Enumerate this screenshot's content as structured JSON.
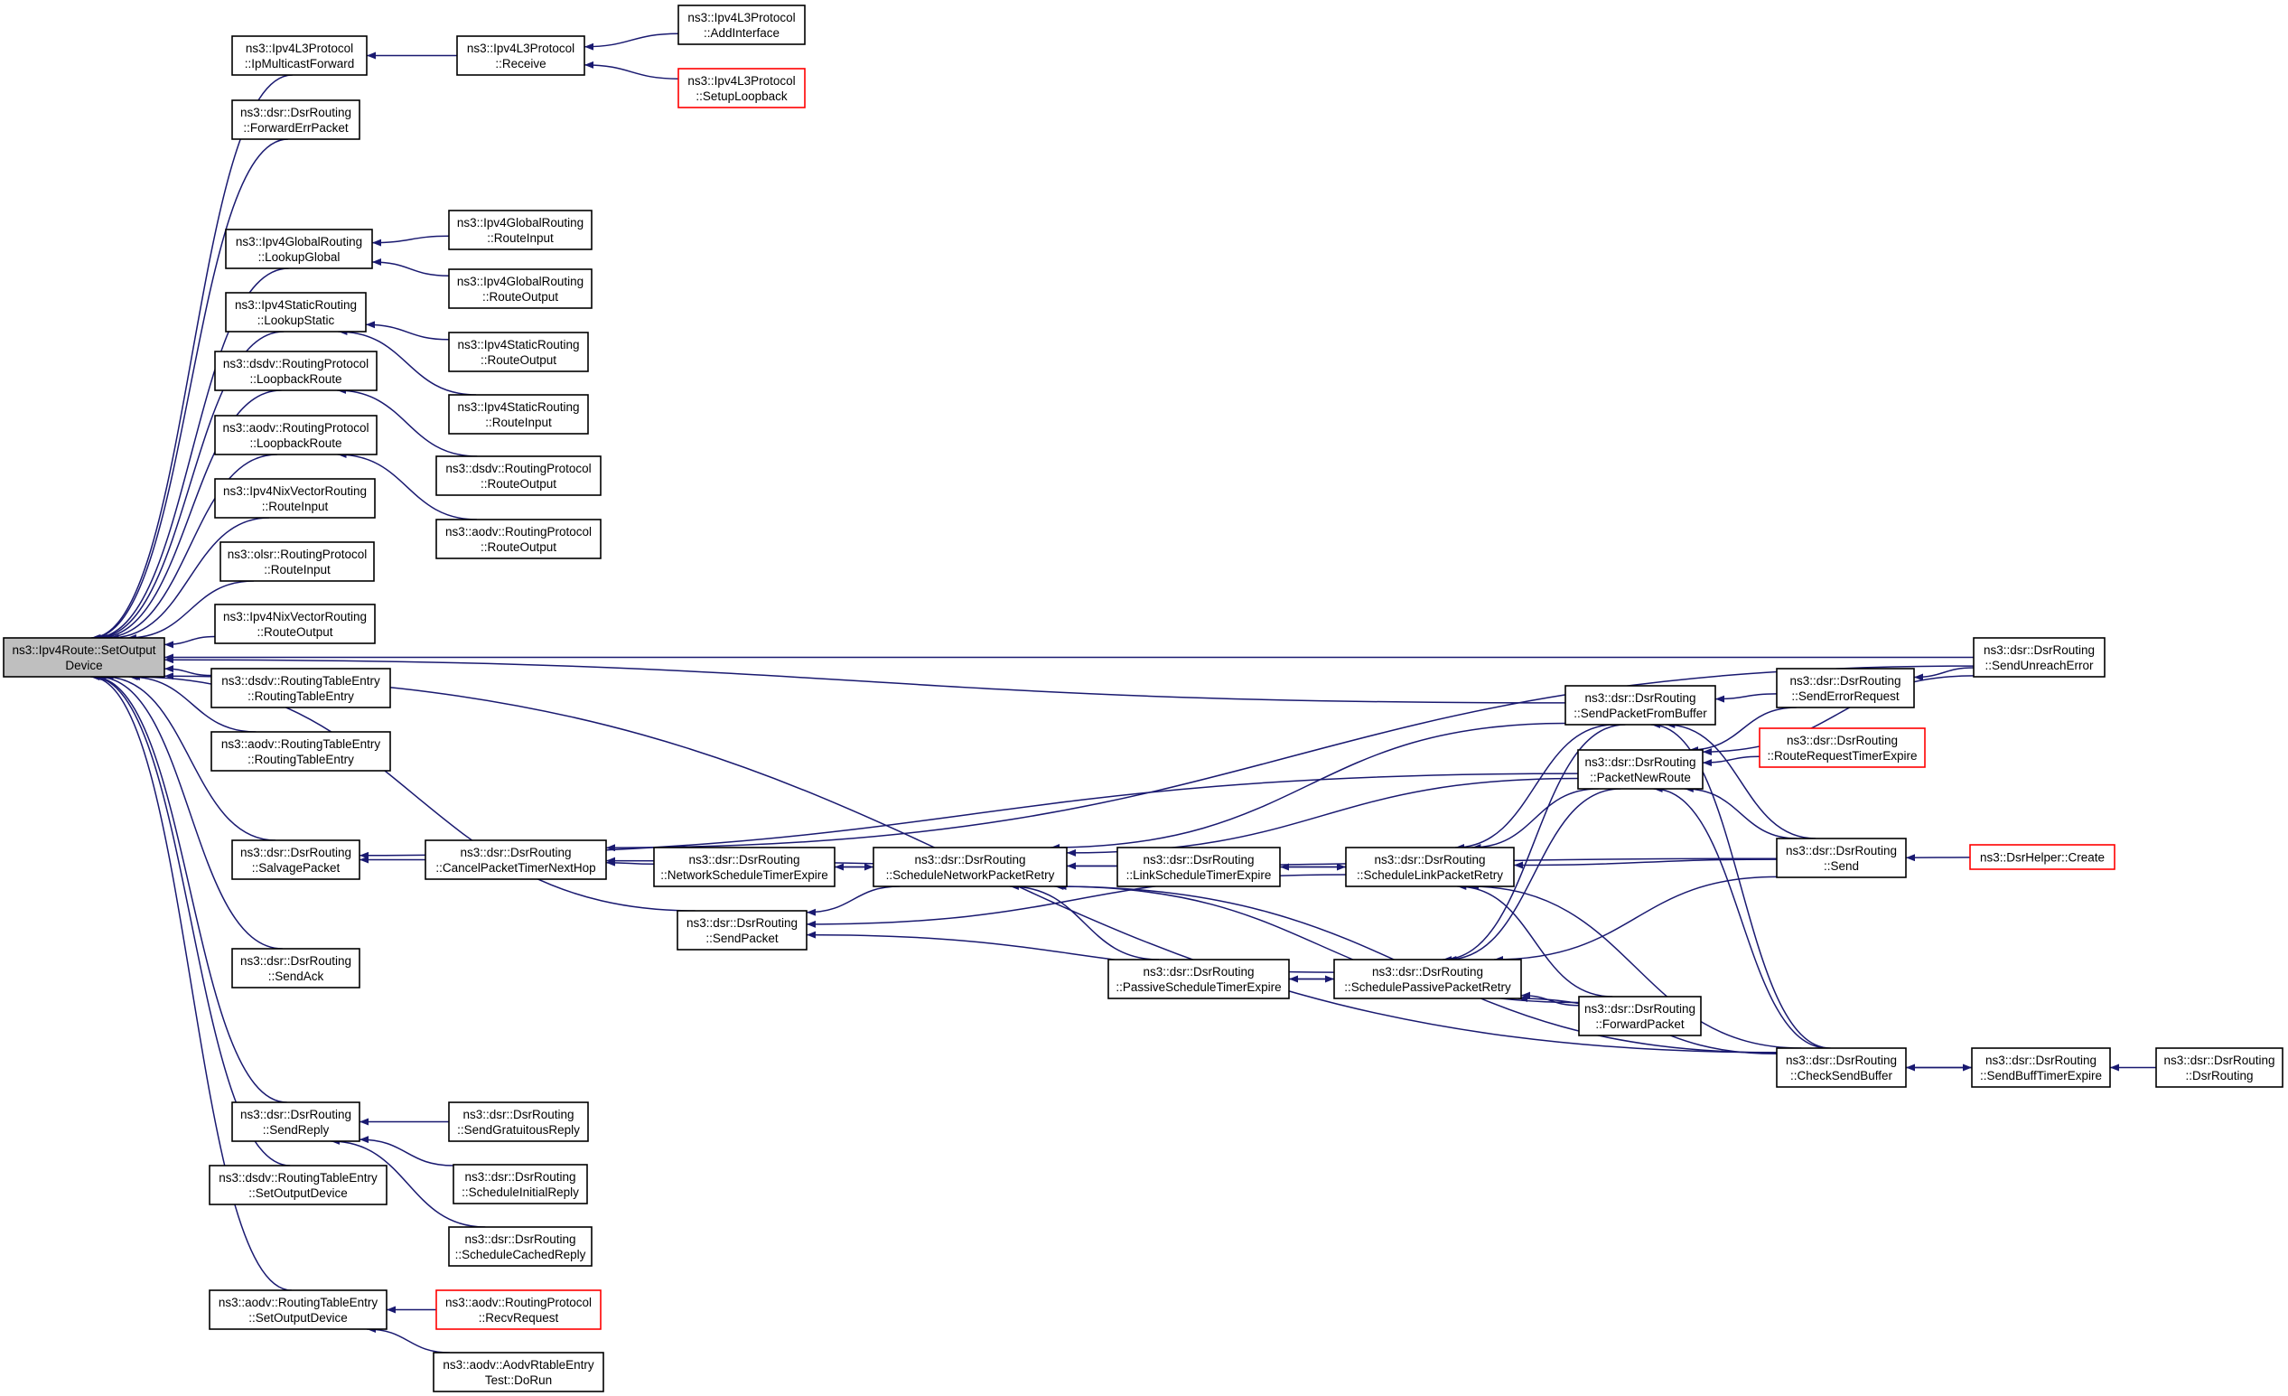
{
  "nodes": [
    {
      "id": "root",
      "lines": [
        "ns3::Ipv4Route::SetOutput",
        "Device"
      ],
      "root": true
    },
    {
      "id": "ipMulticastForward",
      "lines": [
        "ns3::Ipv4L3Protocol",
        "::IpMulticastForward"
      ]
    },
    {
      "id": "receive",
      "lines": [
        "ns3::Ipv4L3Protocol",
        "::Receive"
      ]
    },
    {
      "id": "addInterface",
      "lines": [
        "ns3::Ipv4L3Protocol",
        "::AddInterface"
      ]
    },
    {
      "id": "setupLoopback",
      "lines": [
        "ns3::Ipv4L3Protocol",
        "::SetupLoopback"
      ],
      "red": true
    },
    {
      "id": "forwardErrPacket",
      "lines": [
        "ns3::dsr::DsrRouting",
        "::ForwardErrPacket"
      ]
    },
    {
      "id": "lookupGlobal",
      "lines": [
        "ns3::Ipv4GlobalRouting",
        "::LookupGlobal"
      ]
    },
    {
      "id": "globalRouteInput",
      "lines": [
        "ns3::Ipv4GlobalRouting",
        "::RouteInput"
      ]
    },
    {
      "id": "globalRouteOutput",
      "lines": [
        "ns3::Ipv4GlobalRouting",
        "::RouteOutput"
      ]
    },
    {
      "id": "lookupStatic",
      "lines": [
        "ns3::Ipv4StaticRouting",
        "::LookupStatic"
      ]
    },
    {
      "id": "staticRouteOutput",
      "lines": [
        "ns3::Ipv4StaticRouting",
        "::RouteOutput"
      ]
    },
    {
      "id": "staticRouteInput",
      "lines": [
        "ns3::Ipv4StaticRouting",
        "::RouteInput"
      ]
    },
    {
      "id": "dsdvLoopbackRoute",
      "lines": [
        "ns3::dsdv::RoutingProtocol",
        "::LoopbackRoute"
      ]
    },
    {
      "id": "dsdvRouteOutput",
      "lines": [
        "ns3::dsdv::RoutingProtocol",
        "::RouteOutput"
      ]
    },
    {
      "id": "aodvLoopbackRoute",
      "lines": [
        "ns3::aodv::RoutingProtocol",
        "::LoopbackRoute"
      ]
    },
    {
      "id": "aodvRouteOutput",
      "lines": [
        "ns3::aodv::RoutingProtocol",
        "::RouteOutput"
      ]
    },
    {
      "id": "nixRouteInput",
      "lines": [
        "ns3::Ipv4NixVectorRouting",
        "::RouteInput"
      ]
    },
    {
      "id": "olsrRouteInput",
      "lines": [
        "ns3::olsr::RoutingProtocol",
        "::RouteInput"
      ]
    },
    {
      "id": "nixRouteOutput",
      "lines": [
        "ns3::Ipv4NixVectorRouting",
        "::RouteOutput"
      ]
    },
    {
      "id": "dsdvRTE",
      "lines": [
        "ns3::dsdv::RoutingTableEntry",
        "::RoutingTableEntry"
      ]
    },
    {
      "id": "aodvRTE",
      "lines": [
        "ns3::aodv::RoutingTableEntry",
        "::RoutingTableEntry"
      ]
    },
    {
      "id": "salvagePacket",
      "lines": [
        "ns3::dsr::DsrRouting",
        "::SalvagePacket"
      ]
    },
    {
      "id": "cancelTimer",
      "lines": [
        "ns3::dsr::DsrRouting",
        "::CancelPacketTimerNextHop"
      ]
    },
    {
      "id": "networkTimerExpire",
      "lines": [
        "ns3::dsr::DsrRouting",
        "::NetworkScheduleTimerExpire"
      ]
    },
    {
      "id": "scheduleNetRetry",
      "lines": [
        "ns3::dsr::DsrRouting",
        "::ScheduleNetworkPacketRetry"
      ]
    },
    {
      "id": "linkTimerExpire",
      "lines": [
        "ns3::dsr::DsrRouting",
        "::LinkScheduleTimerExpire"
      ]
    },
    {
      "id": "scheduleLinkRetry",
      "lines": [
        "ns3::dsr::DsrRouting",
        "::ScheduleLinkPacketRetry"
      ]
    },
    {
      "id": "sendPacket",
      "lines": [
        "ns3::dsr::DsrRouting",
        "::SendPacket"
      ]
    },
    {
      "id": "passiveTimerExpire",
      "lines": [
        "ns3::dsr::DsrRouting",
        "::PassiveScheduleTimerExpire"
      ]
    },
    {
      "id": "schedulePassiveRetry",
      "lines": [
        "ns3::dsr::DsrRouting",
        "::SchedulePassivePacketRetry"
      ]
    },
    {
      "id": "forwardPacket",
      "lines": [
        "ns3::dsr::DsrRouting",
        "::ForwardPacket"
      ]
    },
    {
      "id": "sendAck",
      "lines": [
        "ns3::dsr::DsrRouting",
        "::SendAck"
      ]
    },
    {
      "id": "sendReply",
      "lines": [
        "ns3::dsr::DsrRouting",
        "::SendReply"
      ]
    },
    {
      "id": "sendGratuitous",
      "lines": [
        "ns3::dsr::DsrRouting",
        "::SendGratuitousReply"
      ]
    },
    {
      "id": "scheduleInitialReply",
      "lines": [
        "ns3::dsr::DsrRouting",
        "::ScheduleInitialReply"
      ]
    },
    {
      "id": "scheduleCachedReply",
      "lines": [
        "ns3::dsr::DsrRouting",
        "::ScheduleCachedReply"
      ]
    },
    {
      "id": "dsdvSetOutput",
      "lines": [
        "ns3::dsdv::RoutingTableEntry",
        "::SetOutputDevice"
      ]
    },
    {
      "id": "aodvSetOutput",
      "lines": [
        "ns3::aodv::RoutingTableEntry",
        "::SetOutputDevice"
      ]
    },
    {
      "id": "recvRequest",
      "lines": [
        "ns3::aodv::RoutingProtocol",
        "::RecvRequest"
      ],
      "red": true
    },
    {
      "id": "aodvDoRun",
      "lines": [
        "ns3::aodv::AodvRtableEntry",
        "Test::DoRun"
      ]
    },
    {
      "id": "sendFromBuffer",
      "lines": [
        "ns3::dsr::DsrRouting",
        "::SendPacketFromBuffer"
      ]
    },
    {
      "id": "packetNewRoute",
      "lines": [
        "ns3::dsr::DsrRouting",
        "::PacketNewRoute"
      ]
    },
    {
      "id": "sendErrorRequest",
      "lines": [
        "ns3::dsr::DsrRouting",
        "::SendErrorRequest"
      ]
    },
    {
      "id": "routeRequestTimer",
      "lines": [
        "ns3::dsr::DsrRouting",
        "::RouteRequestTimerExpire"
      ],
      "red": true
    },
    {
      "id": "sendUnreachError",
      "lines": [
        "ns3::dsr::DsrRouting",
        "::SendUnreachError"
      ]
    },
    {
      "id": "send",
      "lines": [
        "ns3::dsr::DsrRouting",
        "::Send"
      ]
    },
    {
      "id": "dsrHelperCreate",
      "lines": [
        "ns3::DsrHelper::Create"
      ],
      "red": true
    },
    {
      "id": "checkSendBuffer",
      "lines": [
        "ns3::dsr::DsrRouting",
        "::CheckSendBuffer"
      ]
    },
    {
      "id": "sendBuffTimer",
      "lines": [
        "ns3::dsr::DsrRouting",
        "::SendBuffTimerExpire"
      ]
    },
    {
      "id": "dsrRoutingCtor",
      "lines": [
        "ns3::dsr::DsrRouting",
        "::DsrRouting"
      ]
    }
  ],
  "edges": [
    [
      "ipMulticastForward",
      "root"
    ],
    [
      "forwardErrPacket",
      "root"
    ],
    [
      "sendUnreachError",
      "root"
    ],
    [
      "lookupGlobal",
      "root"
    ],
    [
      "lookupStatic",
      "root"
    ],
    [
      "dsdvLoopbackRoute",
      "root"
    ],
    [
      "aodvLoopbackRoute",
      "root"
    ],
    [
      "nixRouteInput",
      "root"
    ],
    [
      "olsrRouteInput",
      "root"
    ],
    [
      "nixRouteOutput",
      "root"
    ],
    [
      "dsdvRTE",
      "root"
    ],
    [
      "aodvRTE",
      "root"
    ],
    [
      "salvagePacket",
      "root"
    ],
    [
      "sendFromBuffer",
      "root"
    ],
    [
      "sendPacket",
      "root"
    ],
    [
      "sendAck",
      "root"
    ],
    [
      "checkSendBuffer",
      "root"
    ],
    [
      "sendReply",
      "root"
    ],
    [
      "dsdvSetOutput",
      "root"
    ],
    [
      "aodvSetOutput",
      "root"
    ],
    [
      "receive",
      "ipMulticastForward"
    ],
    [
      "addInterface",
      "receive"
    ],
    [
      "setupLoopback",
      "receive"
    ],
    [
      "globalRouteInput",
      "lookupGlobal"
    ],
    [
      "globalRouteOutput",
      "lookupGlobal"
    ],
    [
      "staticRouteOutput",
      "lookupStatic"
    ],
    [
      "staticRouteInput",
      "lookupStatic"
    ],
    [
      "dsdvRouteOutput",
      "dsdvLoopbackRoute"
    ],
    [
      "aodvRouteOutput",
      "aodvLoopbackRoute"
    ],
    [
      "cancelTimer",
      "salvagePacket"
    ],
    [
      "packetNewRoute",
      "salvagePacket"
    ],
    [
      "sendUnreachError",
      "cancelTimer"
    ],
    [
      "networkTimerExpire",
      "cancelTimer"
    ],
    [
      "linkTimerExpire",
      "cancelTimer"
    ],
    [
      "scheduleNetRetry",
      "networkTimerExpire"
    ],
    [
      "networkTimerExpire",
      "scheduleNetRetry"
    ],
    [
      "sendFromBuffer",
      "scheduleNetRetry"
    ],
    [
      "packetNewRoute",
      "scheduleNetRetry"
    ],
    [
      "send",
      "scheduleNetRetry"
    ],
    [
      "passiveTimerExpire",
      "scheduleNetRetry"
    ],
    [
      "forwardPacket",
      "scheduleNetRetry"
    ],
    [
      "checkSendBuffer",
      "scheduleNetRetry"
    ],
    [
      "scheduleNetRetry",
      "sendPacket"
    ],
    [
      "scheduleLinkRetry",
      "sendPacket"
    ],
    [
      "schedulePassiveRetry",
      "sendPacket"
    ],
    [
      "scheduleLinkRetry",
      "linkTimerExpire"
    ],
    [
      "linkTimerExpire",
      "scheduleLinkRetry"
    ],
    [
      "sendFromBuffer",
      "scheduleLinkRetry"
    ],
    [
      "packetNewRoute",
      "scheduleLinkRetry"
    ],
    [
      "send",
      "scheduleLinkRetry"
    ],
    [
      "forwardPacket",
      "scheduleLinkRetry"
    ],
    [
      "checkSendBuffer",
      "scheduleLinkRetry"
    ],
    [
      "schedulePassiveRetry",
      "passiveTimerExpire"
    ],
    [
      "passiveTimerExpire",
      "schedulePassiveRetry"
    ],
    [
      "sendFromBuffer",
      "schedulePassiveRetry"
    ],
    [
      "packetNewRoute",
      "schedulePassiveRetry"
    ],
    [
      "send",
      "schedulePassiveRetry"
    ],
    [
      "forwardPacket",
      "schedulePassiveRetry"
    ],
    [
      "checkSendBuffer",
      "schedulePassiveRetry"
    ],
    [
      "sendErrorRequest",
      "sendFromBuffer"
    ],
    [
      "send",
      "sendFromBuffer"
    ],
    [
      "checkSendBuffer",
      "sendFromBuffer"
    ],
    [
      "sendErrorRequest",
      "packetNewRoute"
    ],
    [
      "routeRequestTimer",
      "packetNewRoute"
    ],
    [
      "sendUnreachError",
      "packetNewRoute"
    ],
    [
      "send",
      "packetNewRoute"
    ],
    [
      "checkSendBuffer",
      "packetNewRoute"
    ],
    [
      "sendUnreachError",
      "sendErrorRequest"
    ],
    [
      "dsrHelperCreate",
      "send"
    ],
    [
      "sendBuffTimer",
      "checkSendBuffer"
    ],
    [
      "checkSendBuffer",
      "sendBuffTimer"
    ],
    [
      "dsrRoutingCtor",
      "sendBuffTimer"
    ],
    [
      "sendGratuitous",
      "sendReply"
    ],
    [
      "scheduleInitialReply",
      "sendReply"
    ],
    [
      "scheduleCachedReply",
      "sendReply"
    ],
    [
      "recvRequest",
      "aodvSetOutput"
    ],
    [
      "aodvDoRun",
      "aodvSetOutput"
    ]
  ],
  "colors": {
    "edge": "#191970",
    "node_border": "#000000",
    "highlight_border": "#ff0000",
    "root_fill": "#bfbfbf"
  }
}
